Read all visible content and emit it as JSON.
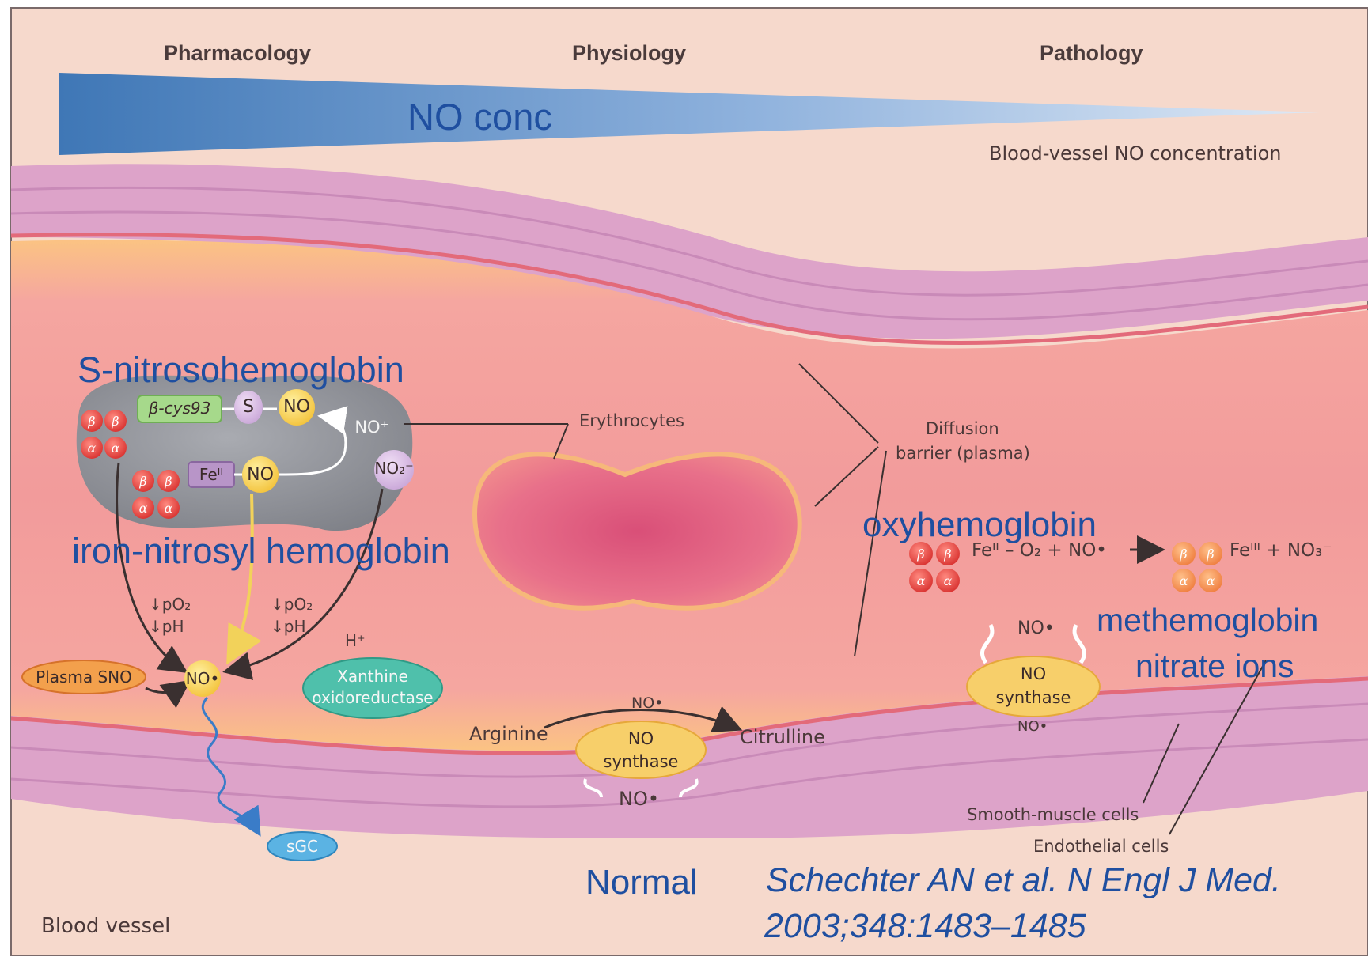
{
  "header": {
    "pharmacology": "Pharmacology",
    "physiology": "Physiology",
    "pathology": "Pathology",
    "no_conc": "NO conc",
    "gradient_caption": "Blood-vessel NO concentration"
  },
  "left_panel": {
    "title": "S-nitrosohemoglobin",
    "subtitle": "iron-nitrosyl hemoglobin",
    "beta_cys": "β-cys93",
    "s": "S",
    "no_top": "NO",
    "no_plus": "NO⁺",
    "fe": "Feᴵᴵ",
    "no_mid": "NO",
    "nitrite": "NO₂⁻",
    "cond_left_po2": "↓pO₂",
    "cond_left_ph": "↓pH",
    "cond_mid_po2": "↓pO₂",
    "cond_mid_ph": "↓pH",
    "h_plus": "H⁺",
    "plasma_sno": "Plasma SNO",
    "no_radical": "NO•",
    "xanthine_line1": "Xanthine",
    "xanthine_line2": "oxidoreductase",
    "sgc": "sGC"
  },
  "center": {
    "erythrocytes": "Erythrocytes",
    "diffusion_line1": "Diffusion",
    "diffusion_line2": "barrier (plasma)",
    "arginine": "Arginine",
    "citrulline": "Citrulline",
    "no_top": "NO•",
    "synthase_line1": "NO",
    "synthase_line2": "synthase",
    "no_bottom": "NO•",
    "normal": "Normal"
  },
  "right_panel": {
    "oxyhemoglobin": "oxyhemoglobin",
    "reaction_left": "Feᴵᴵ – O₂ + NO•",
    "reaction_right": "Feᴵᴵᴵ + NO₃⁻",
    "methemoglobin": "methemoglobin",
    "nitrate_ions": "nitrate ions",
    "no_top": "NO•",
    "synthase_line1": "NO",
    "synthase_line2": "synthase",
    "no_bottom": "NO•",
    "smooth_muscle": "Smooth-muscle cells",
    "endothelial": "Endothelial cells"
  },
  "footer": {
    "blood_vessel": "Blood vessel",
    "citation_line1": "Schechter AN et al. N Engl J Med.",
    "citation_line2": "2003;348:1483–1485"
  },
  "colors": {
    "background": "#f6d6c8",
    "wall": "#d9a0c6",
    "lumen": "#f4a2a2",
    "plasma_glow": "#fbd07a",
    "erythrocyte": "#e8607a",
    "hemoglobin": "#e0403e",
    "cell_gray": "#8e9096",
    "gradient_dark": "#3f77b6",
    "gradient_light": "#c8daf0",
    "label_blue": "#1f4fa0"
  },
  "icons": {
    "subunit_beta": "β",
    "subunit_alpha": "α"
  }
}
